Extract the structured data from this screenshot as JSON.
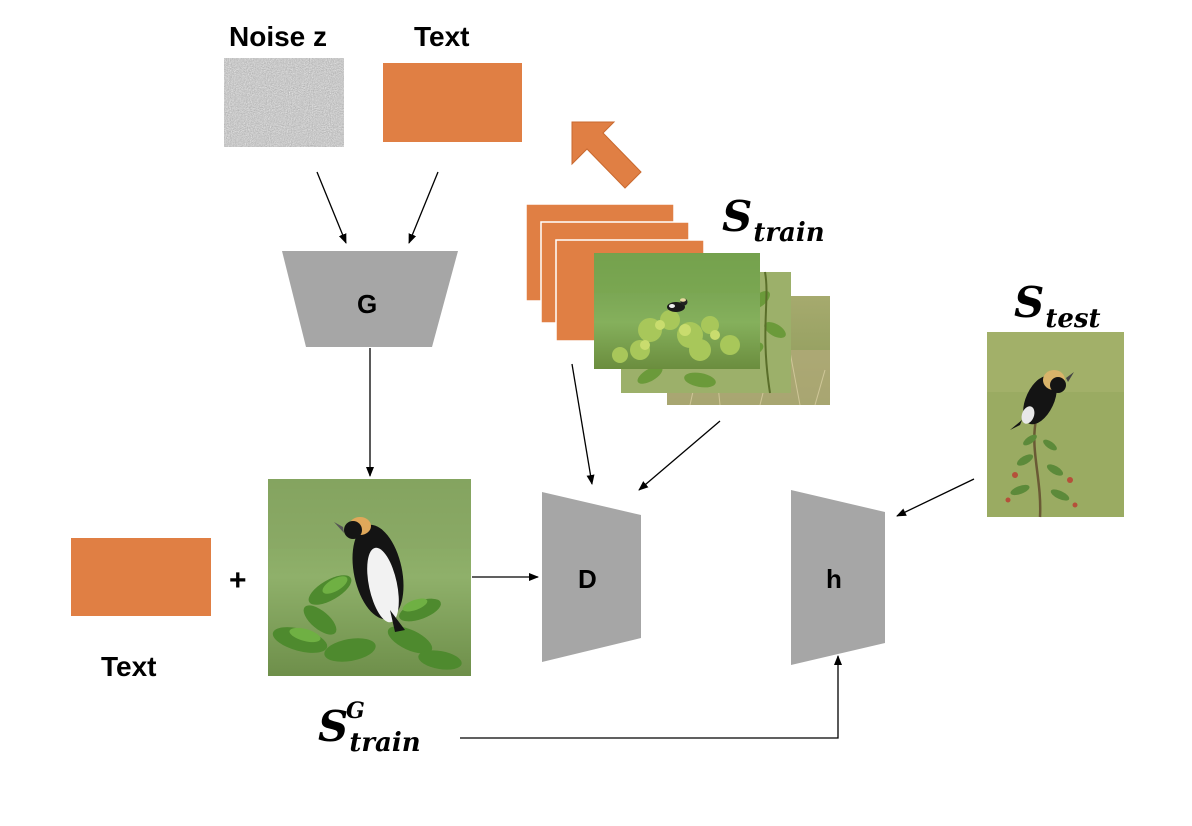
{
  "labels": {
    "noise": "Noise z",
    "text_top": "Text",
    "text_left": "Text",
    "plus": "+",
    "generator": "G",
    "discriminator": "D",
    "classifier": "h"
  },
  "math": {
    "s_train": {
      "base": "S",
      "sub": "train"
    },
    "s_test": {
      "base": "S",
      "sub": "test"
    },
    "s_train_g": {
      "base": "S",
      "sub": "train",
      "sup": "G"
    }
  },
  "colors": {
    "text_block": "#E07F44",
    "module": "#A6A6A6",
    "arrow": "#000000",
    "noise": "#BDBDBD"
  },
  "icons": {
    "noise_image": "gaussian-noise",
    "bird_images": "bobolink-bird-photo"
  }
}
